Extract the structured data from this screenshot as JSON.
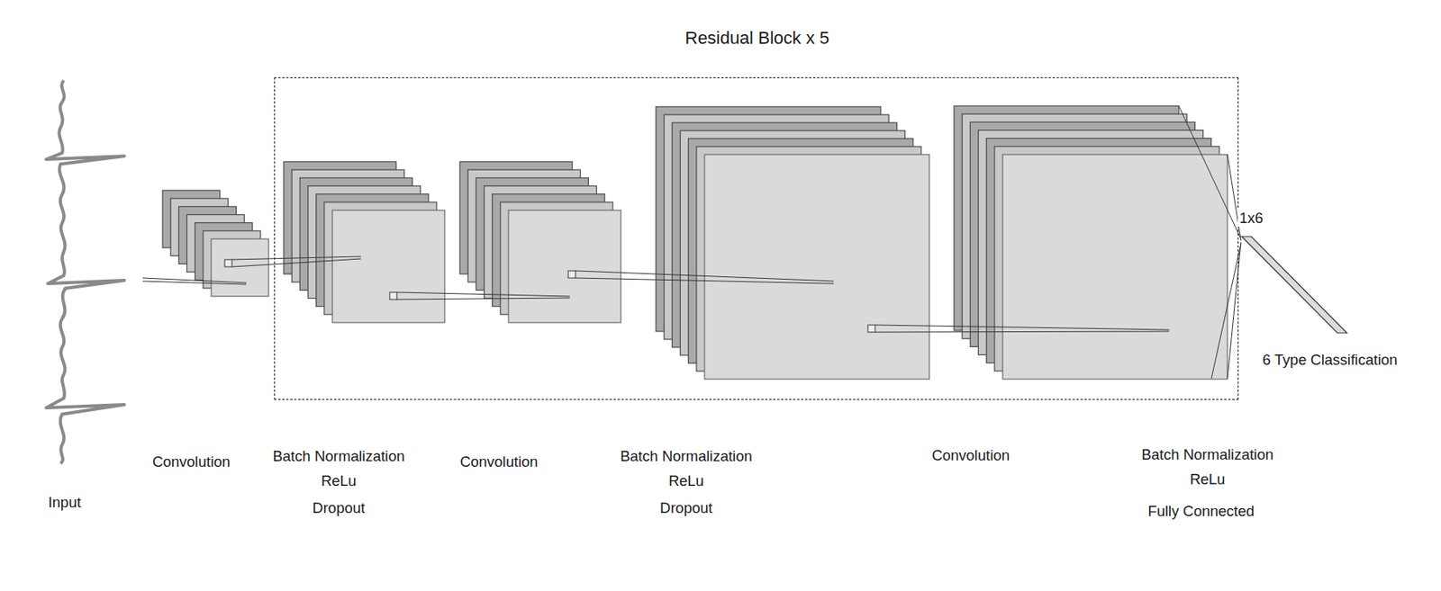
{
  "diagram": {
    "nodes": [
      {
        "text": [
          "Residual Block x 5"
        ]
      }
    ],
    "labels": [
      "Input",
      "Convolution",
      "Batch Normalization",
      "ReLu",
      "Dropout",
      "Convolution",
      "Batch Normalization",
      "ReLu",
      "Dropout",
      "Convolution",
      "Batch Normalization",
      "ReLu",
      "Fully Connected",
      "1x6",
      "6 Type Classification"
    ]
  }
}
